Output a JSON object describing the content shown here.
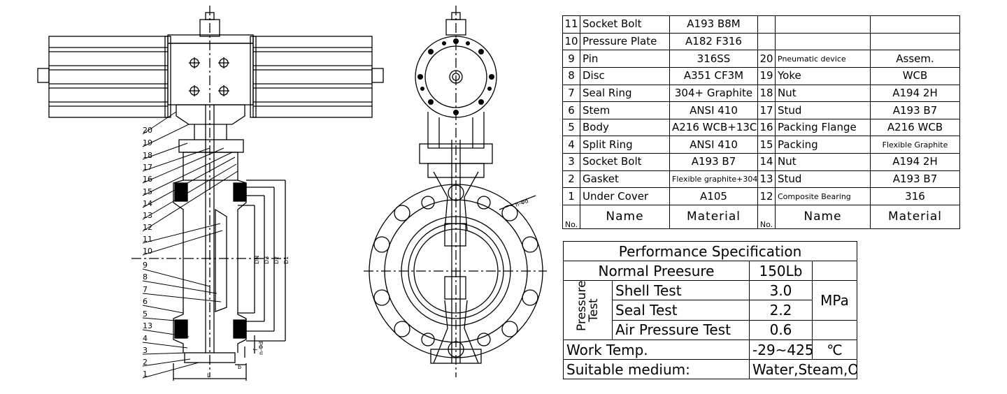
{
  "drawing": {
    "callouts": [
      "20",
      "19",
      "18",
      "17",
      "16",
      "15",
      "14",
      "13",
      "12",
      "11",
      "10",
      "9",
      "8",
      "7",
      "6",
      "5",
      "13",
      "4",
      "3",
      "2",
      "1"
    ],
    "dims": {
      "L": "L",
      "b": "b",
      "f": "f",
      "nd": "n-Φd",
      "nd_front": "n-Φd",
      "dn": "DN",
      "d3": "D3",
      "d2": "D2",
      "d1": "D1"
    }
  },
  "bom": {
    "header": {
      "no": "No.",
      "name": "Name",
      "material": "Material"
    },
    "left": [
      {
        "no": "11",
        "name": "Socket Bolt",
        "material": "A193 B8M"
      },
      {
        "no": "10",
        "name": "Pressure Plate",
        "material": "A182 F316"
      },
      {
        "no": "9",
        "name": "Pin",
        "material": "316SS"
      },
      {
        "no": "8",
        "name": "Disc",
        "material": "A351 CF3M"
      },
      {
        "no": "7",
        "name": "Seal Ring",
        "material": "304+ Graphite"
      },
      {
        "no": "6",
        "name": "Stem",
        "material": "ANSI 410"
      },
      {
        "no": "5",
        "name": "Body",
        "material": "A216 WCB+13Cr"
      },
      {
        "no": "4",
        "name": "Split Ring",
        "material": "ANSI 410"
      },
      {
        "no": "3",
        "name": "Socket Bolt",
        "material": "A193 B7"
      },
      {
        "no": "2",
        "name": "Gasket",
        "material": "Flexible graphite+304"
      },
      {
        "no": "1",
        "name": "Under Cover",
        "material": "A105"
      }
    ],
    "right": [
      {
        "no": "",
        "name": "",
        "material": ""
      },
      {
        "no": "",
        "name": "",
        "material": ""
      },
      {
        "no": "20",
        "name": "Pneumatic device",
        "material": "Assem."
      },
      {
        "no": "19",
        "name": "Yoke",
        "material": "WCB"
      },
      {
        "no": "18",
        "name": "Nut",
        "material": "A194 2H"
      },
      {
        "no": "17",
        "name": "Stud",
        "material": "A193 B7"
      },
      {
        "no": "16",
        "name": "Packing Flange",
        "material": "A216 WCB"
      },
      {
        "no": "15",
        "name": "Packing",
        "material": "Flexible Graphite"
      },
      {
        "no": "14",
        "name": "Nut",
        "material": "A194 2H"
      },
      {
        "no": "13",
        "name": "Stud",
        "material": "A193 B7"
      },
      {
        "no": "12",
        "name": "Composite Bearing",
        "material": "316"
      }
    ]
  },
  "spec": {
    "title": "Performance Specification",
    "normal_label": "Normal Preesure",
    "normal_value": "150Lb",
    "pressure_test_label": "Pressure Test",
    "shell_label": "Shell Test",
    "shell_value": "3.0",
    "seal_label": "Seal Test",
    "seal_value": "2.2",
    "air_label": "Air Pressure Test",
    "air_value": "0.6",
    "unit": "MPa",
    "temp_label": "Work Temp.",
    "temp_value": "-29~425",
    "temp_unit": "℃",
    "medium_label": "Suitable medium:",
    "medium_value": "Water,Steam,Oil"
  }
}
